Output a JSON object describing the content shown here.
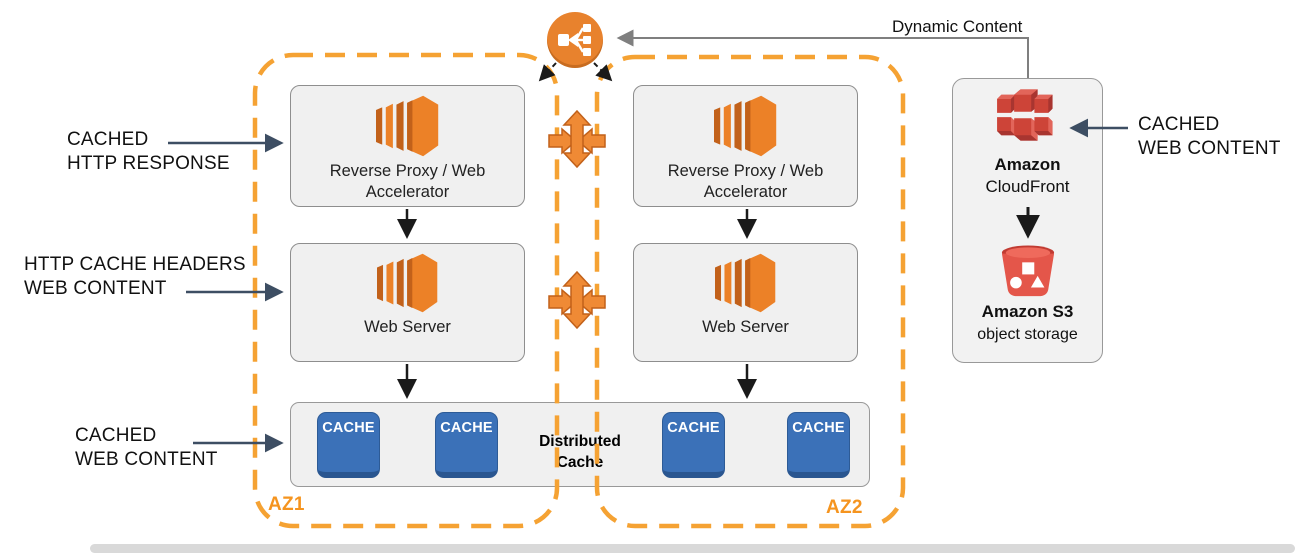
{
  "annotations": {
    "cached_http_response": {
      "line1": "CACHED",
      "line2": "HTTP RESPONSE"
    },
    "http_cache_headers": {
      "line1": "HTTP CACHE HEADERS",
      "line2": "WEB CONTENT"
    },
    "cached_web_content_left": {
      "line1": "CACHED",
      "line2": "WEB CONTENT"
    },
    "cached_web_content_right": {
      "line1": "CACHED",
      "line2": "WEB CONTENT"
    },
    "dynamic_content": "Dynamic Content"
  },
  "az1": {
    "label": "AZ1",
    "reverse_proxy": "Reverse Proxy / Web Accelerator",
    "web_server": "Web Server"
  },
  "az2": {
    "label": "AZ2",
    "reverse_proxy": "Reverse Proxy / Web Accelerator",
    "web_server": "Web Server"
  },
  "cache_bar": {
    "title_line1": "Distributed",
    "title_line2": "Cache",
    "nodes": [
      "CACHE",
      "CACHE",
      "CACHE",
      "CACHE"
    ]
  },
  "cloud_panel": {
    "cf_line1": "Amazon",
    "cf_line2": "CloudFront",
    "s3_line1": "Amazon S3",
    "s3_line2": "object storage"
  },
  "icons": {
    "top_center": "elastic-load-balancer",
    "instances": "ec2-instance",
    "cdn": "cloudfront",
    "storage": "s3-bucket"
  },
  "colors": {
    "aws_orange": "#ec8127",
    "az_border_orange": "#f5a233",
    "elb_orange": "#e8822d",
    "cloudfront_red": "#cd4438",
    "s3_red": "#e4564a",
    "cache_blue": "#3b71b8",
    "annotation_arrow": "#3d4e63",
    "dynamic_line_gray": "#7f7f7f",
    "box_fill": "#f0f0f0"
  }
}
